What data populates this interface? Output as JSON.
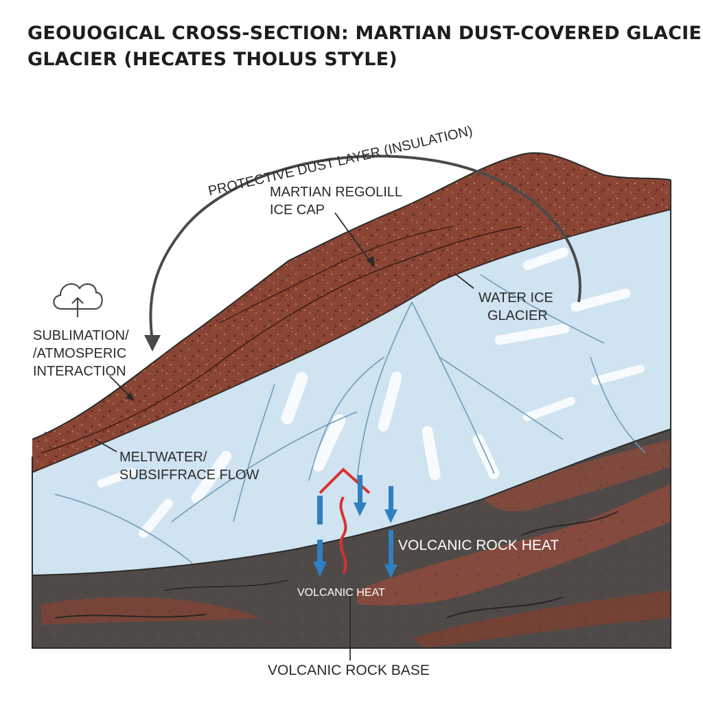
{
  "title": {
    "line1": "GEOUOGICAL CROSS-SECTION: MARTIAN DUST-COVERED GLACIER",
    "line2": "GLACIER (HECATES THOLUS STYLE)"
  },
  "labels": {
    "dust_layer": "PROTECTIVE DUST LAYER (INSULATION)",
    "regolith_line1": "MARTIAN REGOLILL",
    "regolith_line2": "ICE CAP",
    "water_ice_line1": "WATER ICE",
    "water_ice_line2": "GLACIER",
    "sublimation_line1": "SUBLIMATION/",
    "sublimation_line2": "/ATMOSPERIC",
    "sublimation_line3": "INTERACTION",
    "meltwater_line1": "MELTWATER/",
    "meltwater_line2": "SUBSIFFRACE FLOW",
    "volcanic_rock_heat": "VOLCANIC ROCK HEAT",
    "volcanic_heat": "VOLCANIC HEAT",
    "volcanic_rock_base": "VOLCANIC ROCK BASE"
  },
  "icons": {
    "cloud": "cloud-upload-icon"
  },
  "colors": {
    "dust": "#8a4535",
    "ice": "#cfe3f1",
    "ice_crack": "#6f9bb8",
    "rock": "#4f4a48",
    "rock_red": "#8a4a3c",
    "heat_red": "#d8312f",
    "flow_blue": "#2f7fc2",
    "outline": "#2a2a2a"
  }
}
